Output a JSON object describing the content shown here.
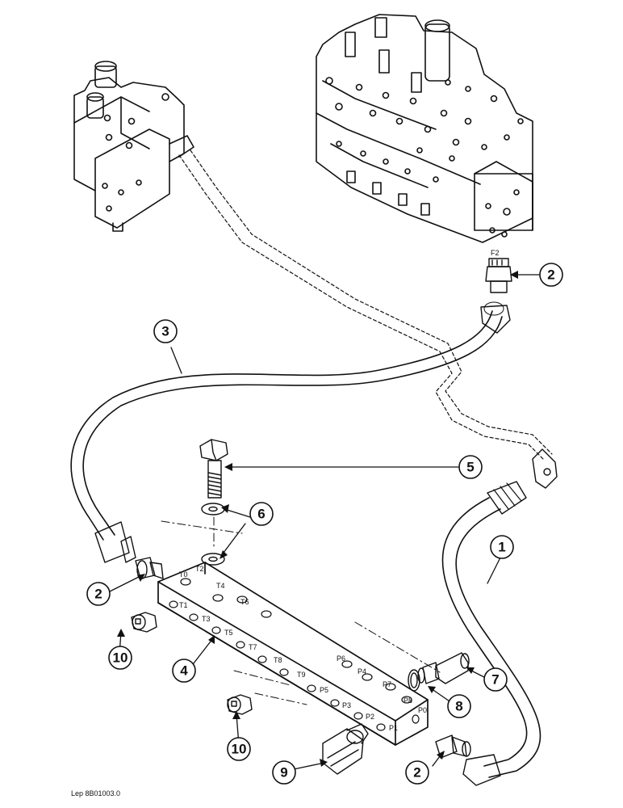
{
  "drawing": {
    "reference": "Lep 8B01003.0"
  },
  "callouts": [
    {
      "id": "c1",
      "label": "1"
    },
    {
      "id": "c2a",
      "label": "2"
    },
    {
      "id": "c2b",
      "label": "2"
    },
    {
      "id": "c2c",
      "label": "2"
    },
    {
      "id": "c3",
      "label": "3"
    },
    {
      "id": "c4",
      "label": "4"
    },
    {
      "id": "c5",
      "label": "5"
    },
    {
      "id": "c6",
      "label": "6"
    },
    {
      "id": "c7",
      "label": "7"
    },
    {
      "id": "c8",
      "label": "8"
    },
    {
      "id": "c9",
      "label": "9"
    },
    {
      "id": "c10a",
      "label": "10"
    },
    {
      "id": "c10b",
      "label": "10"
    }
  ],
  "valve_port_label": "F2",
  "manifold_ports": {
    "top": [
      "T0",
      "T2",
      "T4",
      "T6"
    ],
    "front": [
      "T1",
      "T3",
      "T5",
      "T7",
      "T8",
      "T9",
      "P5",
      "P3",
      "P2",
      "P1"
    ],
    "right_top": [
      "P6",
      "P4",
      "P7",
      "P8"
    ],
    "end": "P0"
  },
  "colors": {
    "ink": "#111111",
    "paper": "#ffffff"
  }
}
